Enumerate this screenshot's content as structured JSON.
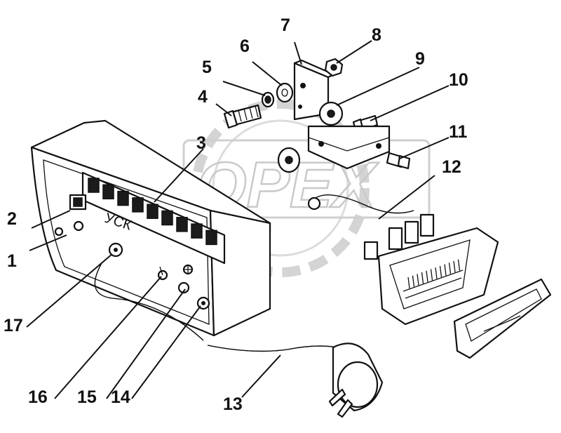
{
  "watermark_text": "OPEX",
  "panel_label": "УСК",
  "callouts": [
    {
      "id": "1",
      "label": "1"
    },
    {
      "id": "2",
      "label": "2"
    },
    {
      "id": "3",
      "label": "3"
    },
    {
      "id": "4",
      "label": "4"
    },
    {
      "id": "5",
      "label": "5"
    },
    {
      "id": "6",
      "label": "6"
    },
    {
      "id": "7",
      "label": "7"
    },
    {
      "id": "8",
      "label": "8"
    },
    {
      "id": "9",
      "label": "9"
    },
    {
      "id": "10",
      "label": "10"
    },
    {
      "id": "11",
      "label": "11"
    },
    {
      "id": "12",
      "label": "12"
    },
    {
      "id": "13",
      "label": "13"
    },
    {
      "id": "14",
      "label": "14"
    },
    {
      "id": "15",
      "label": "15"
    },
    {
      "id": "16",
      "label": "16"
    },
    {
      "id": "17",
      "label": "17"
    }
  ]
}
